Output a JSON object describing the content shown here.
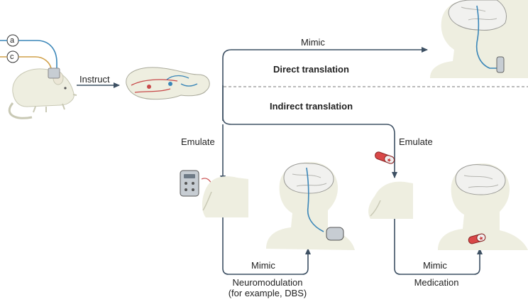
{
  "labels": {
    "instruct": "Instruct",
    "mimic_top": "Mimic",
    "direct": "Direct translation",
    "indirect": "Indirect translation",
    "emulate_left": "Emulate",
    "emulate_right": "Emulate",
    "mimic_left": "Mimic",
    "mimic_right": "Mimic",
    "neuromod_line1": "Neuromodulation",
    "neuromod_line2": "(for example, DBS)",
    "medication": "Medication",
    "electrode_a": "a",
    "electrode_c": "c"
  },
  "colors": {
    "arrow": "#3d5063",
    "silhouette": "#eeeee0",
    "silhouette_edge": "#c9c9b5",
    "brain": "#f1f1ef",
    "brain_edge": "#9a9a96",
    "wire_blue": "#3a86b8",
    "wire_gold": "#d1a14a",
    "pathway_red": "#c84a4a",
    "pill_red": "#d94848",
    "device_grey": "#c7cdd3"
  }
}
